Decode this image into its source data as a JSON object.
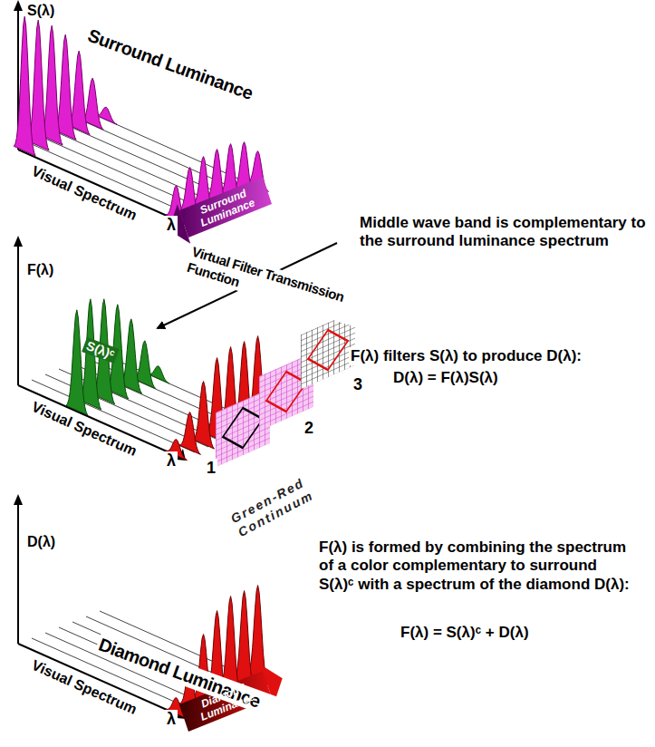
{
  "diagram": {
    "labels": [
      "S(λ)",
      "Surround Luminance",
      "Visual Spectrum",
      "λ",
      "Surround Luminance",
      "Virtual Filter Transmission Function",
      "Middle wave band is complementary to the surround luminance spectrum",
      "F(λ)",
      "S(λ)ᶜ",
      "Visual Spectrum",
      "λ",
      "1",
      "2",
      "3",
      "Green-Red Continuum",
      "F(λ) filters S(λ) to produce D(λ):",
      "D(λ) = F(λ)S(λ)",
      "D(λ)",
      "Diamond Luminance",
      "Visual Spectrum",
      "λ",
      "Diamond Luminance",
      "F(λ) is formed by combining the spectrum of a color complementary to surround S(λ)ᶜ with a spectrum of the diamond D(λ):",
      "F(λ) = S(λ)ᶜ + D(λ)"
    ]
  }
}
